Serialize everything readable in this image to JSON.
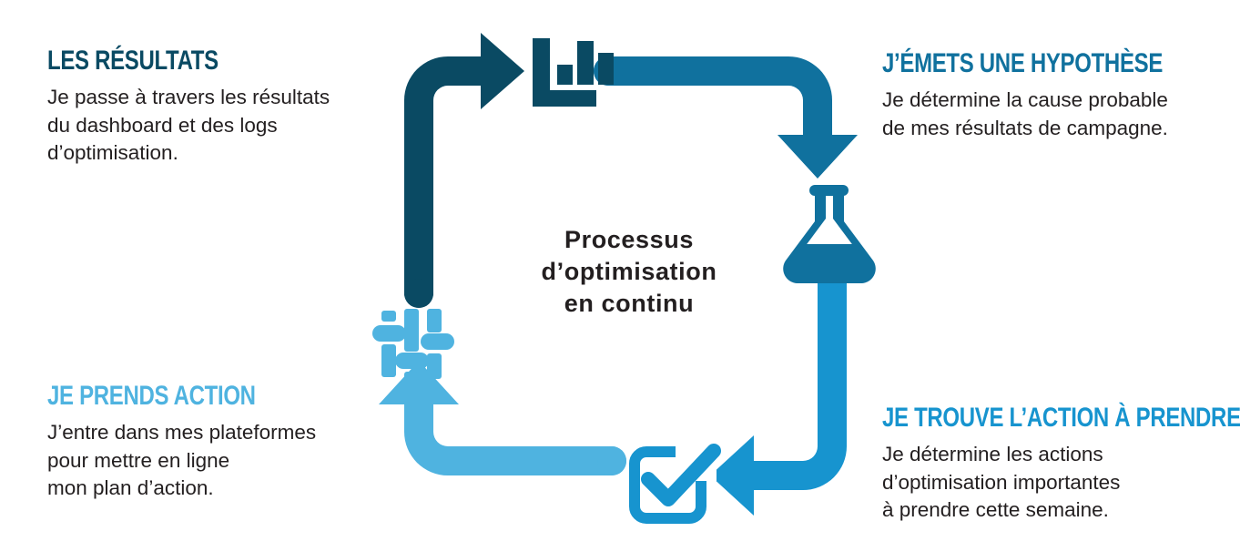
{
  "diagram": {
    "center_title": "Processus\nd’optimisation\nen continu",
    "type": "cycle",
    "direction": "clockwise",
    "steps": [
      {
        "id": "results",
        "position": "top-left",
        "heading": "LES RÉSULTATS",
        "body": "Je passe à travers les résultats\ndu dashboard et des logs\nd’optimisation.",
        "icon": "bar-chart-icon",
        "color": "#0a4a63"
      },
      {
        "id": "hypothesis",
        "position": "top-right",
        "heading": "J’ÉMETS UNE HYPOTHÈSE",
        "body": "Je détermine la cause probable\nde mes résultats de campagne.",
        "icon": "flask-icon",
        "color": "#10719e"
      },
      {
        "id": "find-action",
        "position": "bottom-right",
        "heading": "JE TROUVE L’ACTION À PRENDRE",
        "body": "Je détermine les actions\nd’optimisation importantes\nà prendre cette semaine.",
        "icon": "checkbox-check-icon",
        "color": "#1794cf"
      },
      {
        "id": "take-action",
        "position": "bottom-left",
        "heading": "JE PRENDS ACTION",
        "body": "J’entre dans mes plateformes\npour mettre en ligne\nmon plan d’action.",
        "icon": "sliders-icon",
        "color": "#4fb3e0"
      }
    ],
    "arrows": [
      {
        "id": "arrow-up-right",
        "from": "take-action-side",
        "to": "bar-chart-icon",
        "color": "#0a4a63",
        "points": "up-then-right"
      },
      {
        "id": "arrow-right-down",
        "from": "bar-chart-icon",
        "to": "flask-icon",
        "color": "#10719e",
        "points": "right-then-down"
      },
      {
        "id": "arrow-down-left",
        "from": "flask-icon",
        "to": "checkbox-check-icon",
        "color": "#1794cf",
        "points": "down-then-left"
      },
      {
        "id": "arrow-left-up",
        "from": "checkbox-check-icon",
        "to": "sliders-icon",
        "color": "#4fb3e0",
        "points": "left-then-up"
      }
    ],
    "palette": {
      "navy": "#0a4a63",
      "medium_blue": "#10719e",
      "bright_blue": "#1794cf",
      "sky_blue": "#4fb3e0",
      "text": "#231f20",
      "background": "#ffffff"
    }
  }
}
